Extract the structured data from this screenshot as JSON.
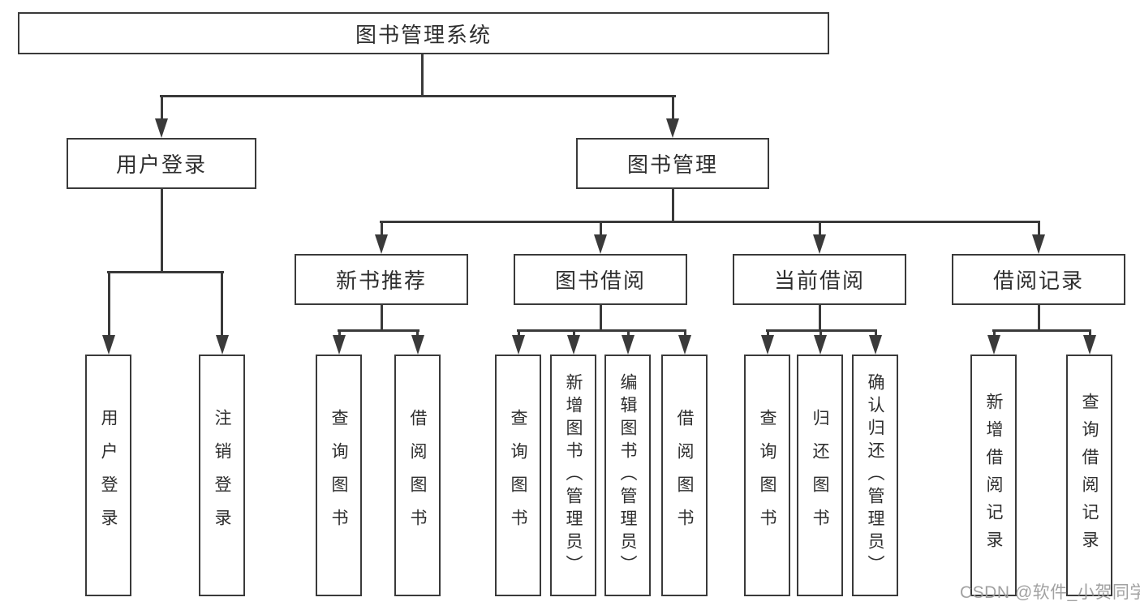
{
  "nodes": {
    "root": {
      "label": "图书管理系统"
    },
    "user_login": {
      "label": "用户登录"
    },
    "book_mgmt": {
      "label": "图书管理"
    },
    "new_book_rec": {
      "label": "新书推荐"
    },
    "book_borrow": {
      "label": "图书借阅"
    },
    "current_borrow": {
      "label": "当前借阅"
    },
    "borrow_records": {
      "label": "借阅记录"
    },
    "leaf_user_login": {
      "label": "用户登录"
    },
    "leaf_logout": {
      "label": "注销登录"
    },
    "leaf_query_book_newrec": {
      "label": "查询图书"
    },
    "leaf_borrow_book_newrec": {
      "label": "借阅图书"
    },
    "leaf_query_book_borrow": {
      "label": "查询图书"
    },
    "leaf_add_book_admin": {
      "label": "新增图书（管理员）"
    },
    "leaf_edit_book_admin": {
      "label": "编辑图书（管理员）"
    },
    "leaf_borrow_book_borrow": {
      "label": "借阅图书"
    },
    "leaf_query_book_current": {
      "label": "查询图书"
    },
    "leaf_return_book": {
      "label": "归还图书"
    },
    "leaf_confirm_return_admin": {
      "label": "确认归还（管理员）"
    },
    "leaf_add_borrow_record": {
      "label": "新增借阅记录"
    },
    "leaf_query_borrow_record": {
      "label": "查询借阅记录"
    }
  },
  "watermark": {
    "text": "CSDN @软件_小贺同学"
  },
  "colors": {
    "line": "#3a3a3a",
    "text": "#2e2e2e",
    "background": "#ffffff",
    "watermark": "#9c9c9c"
  }
}
